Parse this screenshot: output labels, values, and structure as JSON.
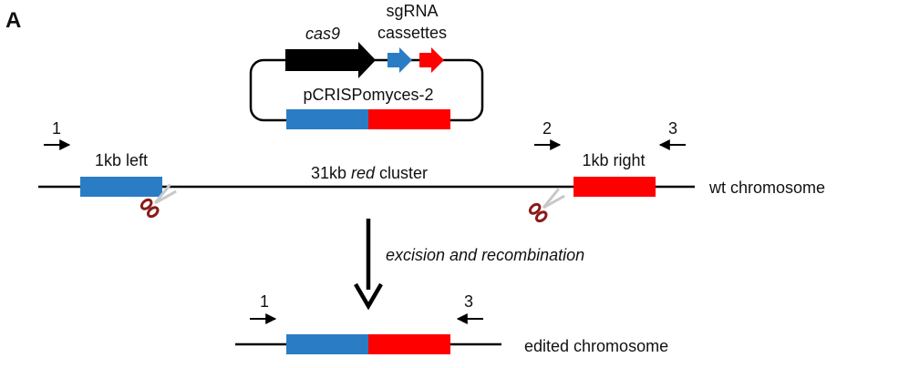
{
  "panel_label": "A",
  "plasmid": {
    "name": "pCRISPomyces-2",
    "gene_label": "cas9",
    "sgrna_label_line1": "sgRNA",
    "sgrna_label_line2": "cassettes"
  },
  "chromosome_wt": {
    "label": "wt chromosome",
    "left_arm_label": "1kb left",
    "right_arm_label": "1kb right",
    "cluster_label_prefix": "31kb ",
    "cluster_label_italic": "red",
    "cluster_label_suffix": " cluster"
  },
  "step": {
    "label": "excision and recombination"
  },
  "chromosome_edited": {
    "label": "edited chromosome"
  },
  "primers": {
    "p1": "1",
    "p2": "2",
    "p3": "3"
  },
  "colors": {
    "left_homology": "#2a7dc4",
    "right_homology": "#ff0000",
    "cas9": "#000000",
    "sgrna_blue": "#2a7dc4",
    "sgrna_red": "#ff0000",
    "line": "#000000",
    "scissors": "#8b1a1a"
  }
}
